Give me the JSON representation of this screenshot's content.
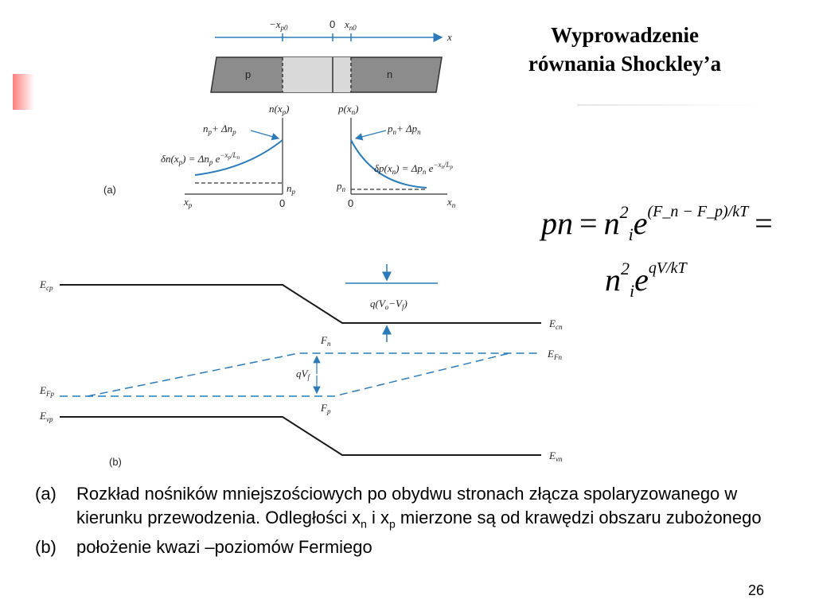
{
  "slide": {
    "title_line1": "Wyprowadzenie",
    "title_line2": "równania Shockley’a",
    "page_number": "26",
    "accent_color": "#ff6666"
  },
  "formula": {
    "line1": {
      "lhs": "pn",
      "eq": "=",
      "n": "n",
      "n_sup": "2",
      "n_sub": "i",
      "e": "e",
      "exponent": "(F_n − F_p)/kT",
      "trailing": "="
    },
    "line2": {
      "n": "n",
      "n_sup": "2",
      "n_sub": "i",
      "e": "e",
      "exponent": "qV/kT"
    }
  },
  "diagram_a": {
    "label": "(a)",
    "axis": {
      "neg": "−x",
      "neg_sub": "p0",
      "zero": "0",
      "pos": "x",
      "pos_sub": "n0",
      "x": "x"
    },
    "bar": {
      "p": "p",
      "n": "n"
    },
    "left_plot": {
      "ylabel": "n(x",
      "ylabel_sub": "p",
      "annotation": "n",
      "annotation_sub": "p",
      "annotation_rest": "+ Δn",
      "annotation_rest_sub": "p",
      "formula": "δn(x",
      "formula_sub": "p",
      "formula_rest": ") = Δn",
      "formula_rest_sub": "p",
      "formula_exp": " e",
      "formula_exp_sup": "−x",
      "formula_exp_sup_sub": "p",
      "formula_exp_sup_rest": "/L",
      "formula_exp_sup_rest_sub": "n",
      "eq_label": "n",
      "eq_label_sub": "p",
      "xlabel": "x",
      "xlabel_sub": "p",
      "zero": "0"
    },
    "right_plot": {
      "ylabel": "p(x",
      "ylabel_sub": "n",
      "annotation": "p",
      "annotation_sub": "n",
      "annotation_rest": "+ Δp",
      "annotation_rest_sub": "n",
      "formula": "δp(x",
      "formula_sub": "n",
      "formula_rest": ") = Δp",
      "formula_rest_sub": "n",
      "formula_exp": " e",
      "formula_exp_sup": "−x",
      "formula_exp_sup_sub": "n",
      "formula_exp_sup_rest": "/L",
      "formula_exp_sup_rest_sub": "p",
      "eq_label": "p",
      "eq_label_sub": "n",
      "xlabel": "x",
      "xlabel_sub": "n",
      "zero": "0"
    }
  },
  "diagram_b": {
    "label": "(b)",
    "E_cp": "E",
    "E_cp_sub": "cp",
    "E_cn": "E",
    "E_cn_sub": "cn",
    "E_Fp": "E",
    "E_Fp_sub": "Fp",
    "E_Fn": "E",
    "E_Fn_sub": "Fn",
    "E_vp": "E",
    "E_vp_sub": "vp",
    "E_vn": "E",
    "E_vn_sub": "vn",
    "F_n": "F",
    "F_n_sub": "n",
    "F_p": "F",
    "F_p_sub": "p",
    "qVf": "qV",
    "qVf_sub": "f",
    "barrier": "q(V",
    "barrier_sub1": "o",
    "barrier_mid": "−V",
    "barrier_sub2": "f",
    "barrier_end": ")"
  },
  "captions": [
    {
      "marker": "(a)",
      "text_part1": "Rozkład nośników mniejszościowych po obydwu stronach złącza spolaryzowanego w kierunku przewodzenia. Odległości x",
      "sub1": "n",
      "text_part2": " i x",
      "sub2": "p",
      "text_part3": " mierzone są od krawędzi obszaru zubożonego"
    },
    {
      "marker": "(b)",
      "text": "położenie  kwazi –poziomów Fermiego"
    }
  ],
  "colors": {
    "curve_blue": "#2b7bb9",
    "band_black": "#1a1a1a",
    "bar_gray": "#8c8c8c",
    "depletion_gray": "#d9d9d9"
  }
}
